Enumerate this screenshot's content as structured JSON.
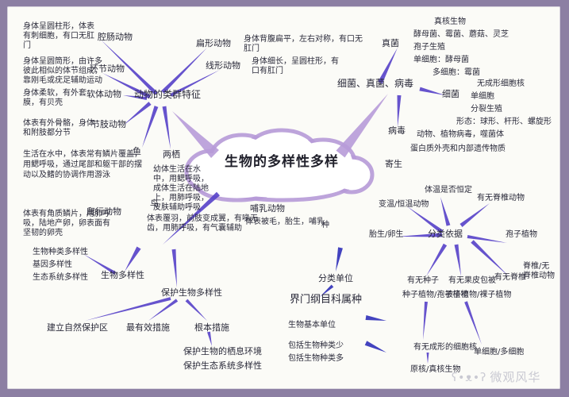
{
  "diagram": {
    "title": "生物的多样性多样",
    "watermark": "微观风华",
    "colors": {
      "branch_purple": "#5540c8",
      "branch_blue": "#2f2fb8",
      "cloud_lilac": "#b79bd8",
      "ink": "#2a2a3a",
      "paper": "#fbfbf7",
      "frame": "#8c7fa3"
    },
    "animals": {
      "main": "动物的类群特征",
      "cnidaria_desc": "身体呈圆柱形，体表有刺细胞，有口无肛门",
      "cnidaria": "腔肠动物",
      "flatworm": "扁形动物",
      "flatworm_desc": "身体背腹扁平，左右对称，有口无肛门",
      "roundworm": "线形动物",
      "roundworm_desc": "身体细长，呈圆柱形，有口有肛门",
      "annelid_desc": "身体呈圆筒形，由许多彼此相似的体节组成，靠刚毛或疣足辅助运动",
      "annelid": "环节动物",
      "mollusk_desc": "身体柔软，有外套膜，有贝壳",
      "mollusk": "软体动物",
      "arthropod_desc": "体表有外骨骼，身体和附肢都分节",
      "arthropod": "节肢动物",
      "fish_desc": "生活在水中，体表常有鳞片覆盖，用鳃呼吸，通过尾部和躯干部的摆动以及鳍的协调作用游泳",
      "fish": "鱼",
      "amphibian": "两栖",
      "amphibian_desc": "幼体生活在水中，用鳃呼吸，成体生活在陆地上，用肺呼吸，皮肤辅助呼吸",
      "reptile": "爬行动物",
      "reptile_desc": "体表有角质鳞片，用肺呼吸，陆地产卵，卵表面有坚韧的卵壳",
      "bird": "鸟",
      "bird_desc": "体表覆羽，前肢变成翼，有喙无齿，用肺呼吸，有气囊辅助",
      "mammal": "哺乳动物",
      "mammal_desc": "体表被毛，胎生，哺乳"
    },
    "microbes": {
      "main": "细菌、真菌、病毒",
      "fungi": "真菌",
      "fungi_items": [
        "真核生物",
        "酵母菌、霉菌、蘑菇、灵芝",
        "孢子生殖",
        "单细胞：酵母菌",
        "多细胞：霉菌"
      ],
      "bacteria": "细菌",
      "bacteria_items": [
        "无成形细胞核",
        "单细胞",
        "分裂生殖",
        "形态：球形、杆形、螺旋形"
      ],
      "virus": "病毒",
      "virus_items": [
        "动物、植物病毒，噬菌体",
        "蛋白质外壳和内部遗传物质"
      ],
      "virus_life": "寄生"
    },
    "classification": {
      "main": "分类依据",
      "node_top": "体温是否恒定",
      "node_temp": "变温/恒温动物",
      "node_reproduction": "有无脊椎动物",
      "node_mode": "胎生/卵生",
      "node_spine": "有无脊椎",
      "node_backbone": "脊椎/无脊椎动物",
      "node_seed": "有无种子",
      "seed_result": "种子植物/孢子植物",
      "node_fruit": "有无果皮包被",
      "fruit_result": "被子植物/裸子植物",
      "node_leaf": "有无成形的细胞核",
      "node_flower": "单细胞/多细胞",
      "node_body": "原核/真核生物",
      "spore_plant": "孢子植物"
    },
    "taxonomy": {
      "main": "分类单位",
      "ranks": "界门纲目科属种",
      "basic_unit": "生物基本单位",
      "species_note": "种",
      "small_scale": "包括生物种类少",
      "large_scale": "包括生物种类多"
    },
    "diversity": {
      "main": "生物多样性",
      "items": [
        "生物种类多样性",
        "基因多样性",
        "生态系统多样性"
      ]
    },
    "protection": {
      "main": "保护生物多样性",
      "reserve": "建立自然保护区",
      "effective": "最有效措施",
      "root": "根本措施",
      "measure1": "保护生物的栖息环境",
      "measure2": "保护生态系统多样性"
    }
  }
}
